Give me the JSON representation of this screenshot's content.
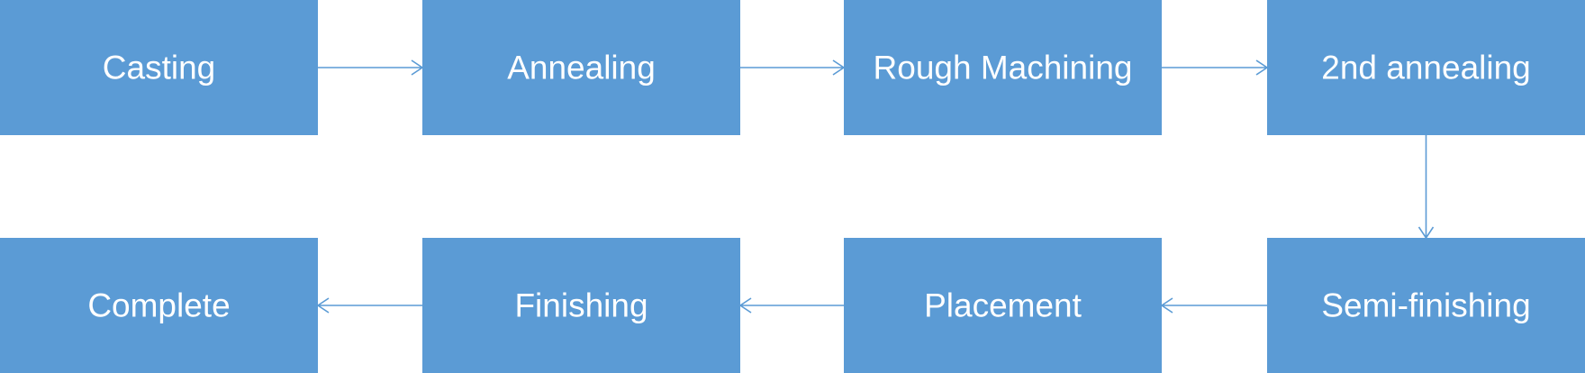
{
  "diagram": {
    "type": "flowchart",
    "colors": {
      "box_fill": "#5B9BD5",
      "arrow": "#5B9BD5",
      "text": "#FFFFFF",
      "background": "#FFFFFF"
    },
    "steps": [
      {
        "id": "casting",
        "label": "Casting"
      },
      {
        "id": "annealing",
        "label": "Annealing"
      },
      {
        "id": "rough-machining",
        "label": "Rough Machining"
      },
      {
        "id": "2nd-annealing",
        "label": "2nd annealing"
      },
      {
        "id": "semi-finishing",
        "label": "Semi-finishing"
      },
      {
        "id": "placement",
        "label": "Placement"
      },
      {
        "id": "finishing",
        "label": "Finishing"
      },
      {
        "id": "complete",
        "label": "Complete"
      }
    ],
    "edges": [
      {
        "from": "casting",
        "to": "annealing"
      },
      {
        "from": "annealing",
        "to": "rough-machining"
      },
      {
        "from": "rough-machining",
        "to": "2nd-annealing"
      },
      {
        "from": "2nd-annealing",
        "to": "semi-finishing"
      },
      {
        "from": "semi-finishing",
        "to": "placement"
      },
      {
        "from": "placement",
        "to": "finishing"
      },
      {
        "from": "finishing",
        "to": "complete"
      }
    ]
  }
}
